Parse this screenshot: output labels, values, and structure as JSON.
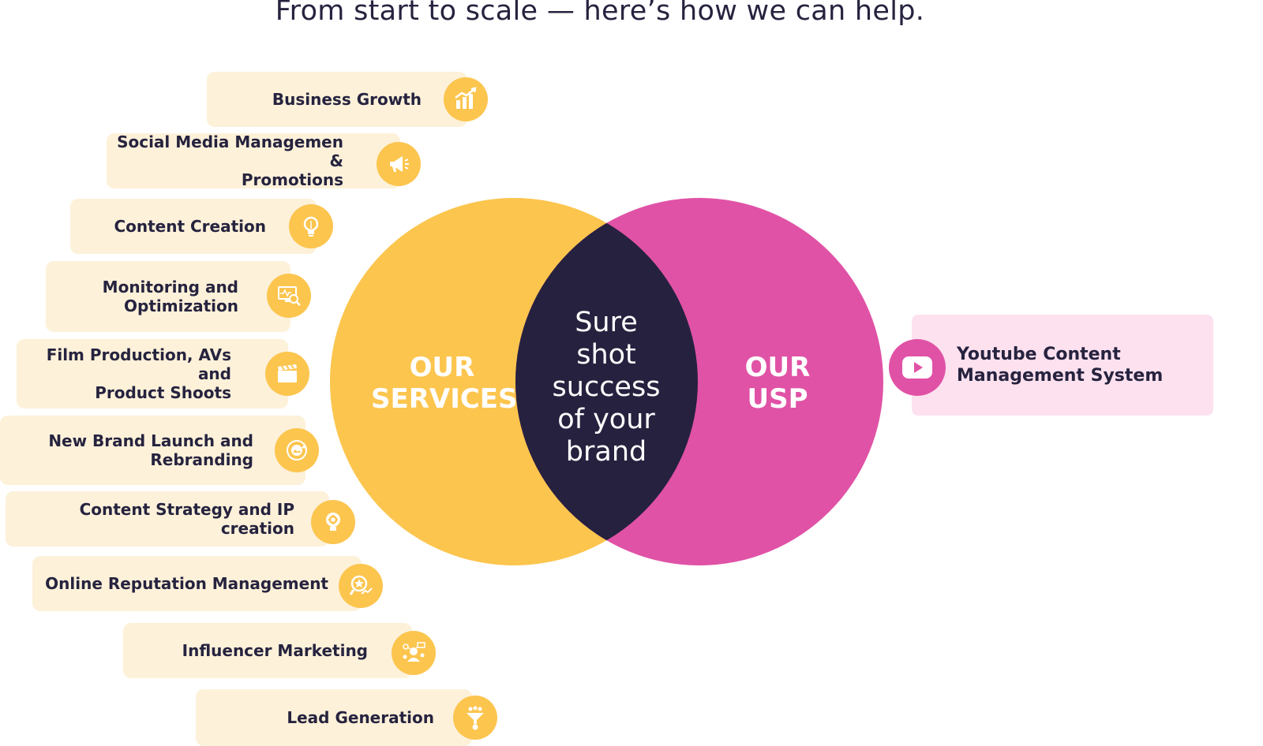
{
  "headline": "From start to scale — here’s how we can help.",
  "services": [
    {
      "label": "Business Growth",
      "icon": "bar-chart-growth-icon"
    },
    {
      "label": "Social Media Managemen &\nPromotions",
      "icon": "megaphone-icon"
    },
    {
      "label": "Content Creation",
      "icon": "light-bulb-icon"
    },
    {
      "label": "Monitoring and\nOptimization",
      "icon": "monitor-magnifier-icon"
    },
    {
      "label": "Film Production, AVs and\nProduct Shoots",
      "icon": "clapperboard-icon"
    },
    {
      "label": "New Brand Launch and\nRebranding",
      "icon": "refresh-image-icon"
    },
    {
      "label": "Content Strategy and IP creation",
      "icon": "gear-bulb-icon"
    },
    {
      "label": "Online Reputation Management",
      "icon": "star-magnifier-icon"
    },
    {
      "label": "Influencer Marketing",
      "icon": "influencer-network-icon"
    },
    {
      "label": "Lead Generation",
      "icon": "funnel-people-icon"
    }
  ],
  "venn": {
    "left_label": "OUR\nSERVICES",
    "right_label": "OUR\nUSP",
    "center_label": "Sure\nshot\nsuccess\nof your\nbrand"
  },
  "usp": {
    "label": "Youtube Content\nManagement System",
    "icon": "youtube-play-icon"
  },
  "colors": {
    "services_yellow": "#fcc54e",
    "usp_pink": "#e052a6",
    "center_navy": "#26213f",
    "pill_cream": "#fdf1d9",
    "usp_card_pink": "#fde1ef",
    "text_navy": "#26233f"
  }
}
